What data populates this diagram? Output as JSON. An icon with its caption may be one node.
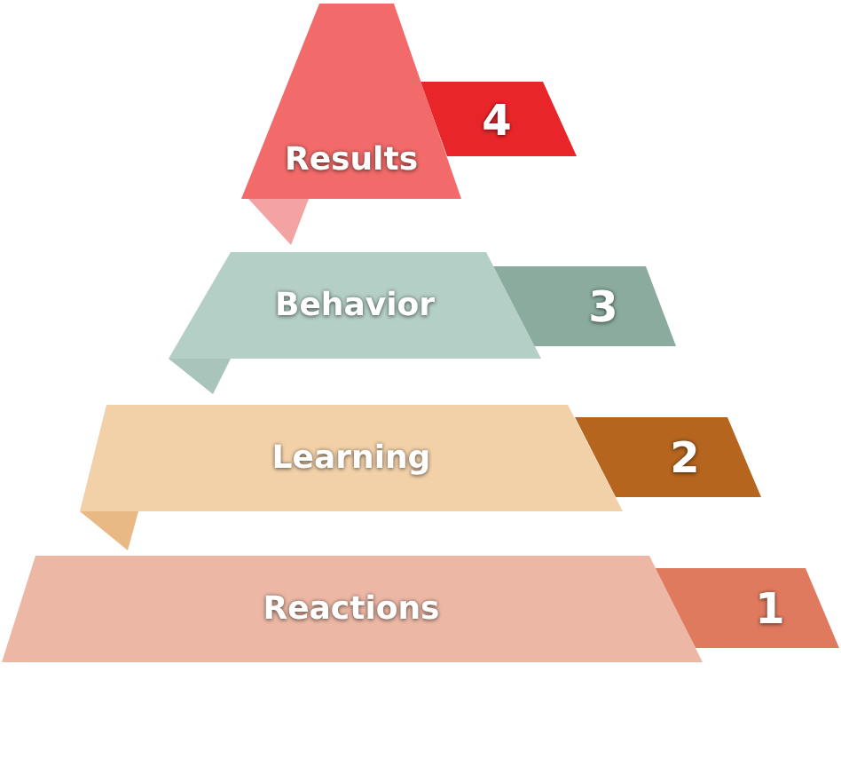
{
  "diagram": {
    "nodes": [
      {
        "text": [
          "Results"
        ]
      },
      {
        "text": [
          "4"
        ]
      },
      {
        "text": [
          "Behavior"
        ]
      },
      {
        "text": [
          "3"
        ]
      },
      {
        "text": [
          "Learning"
        ]
      },
      {
        "text": [
          "2"
        ]
      },
      {
        "text": [
          "Reactions"
        ]
      },
      {
        "text": [
          "1"
        ]
      }
    ],
    "edges": []
  }
}
